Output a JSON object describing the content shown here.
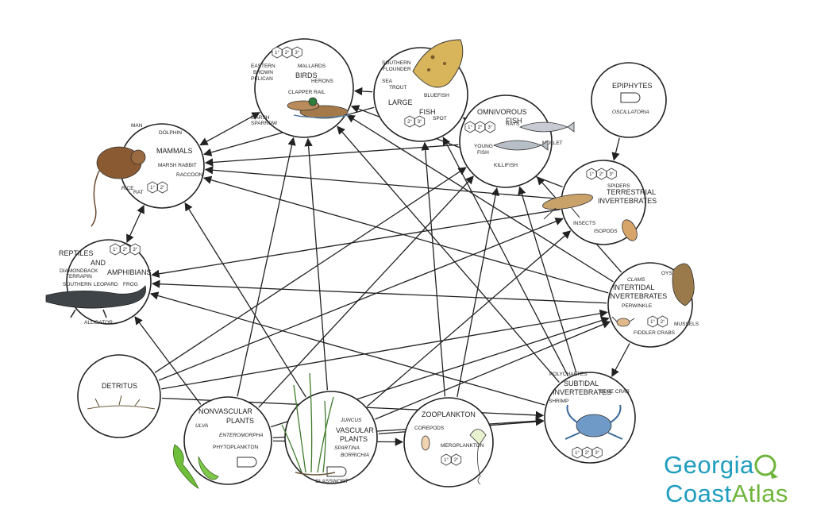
{
  "diagram": {
    "nodes": [
      {
        "id": "birds",
        "title": [
          "BIRDS"
        ],
        "levels": [
          "1°",
          "2°",
          "3°"
        ],
        "labels": [
          "EASTERN",
          "BROWN",
          "PELICAN",
          "MALLARDS",
          "HERONS",
          "CLAPPER RAIL",
          "MARSH",
          "SPARROW"
        ]
      },
      {
        "id": "large-fish",
        "title": [
          "LARGE",
          "FISH"
        ],
        "levels": [
          "2°",
          "3°"
        ],
        "labels": [
          "SOUTHERN",
          "FLOUNDER",
          "SEA",
          "TROUT",
          "BLUEFISH",
          "SPOT"
        ]
      },
      {
        "id": "omnivorous-fish",
        "title": [
          "OMNIVOROUS",
          "FISH"
        ],
        "levels": [
          "1°",
          "2°",
          "3°"
        ],
        "labels": [
          "RAYS",
          "MULLET",
          "YOUNG",
          "FISH",
          "KILLIFISH"
        ]
      },
      {
        "id": "epiphytes",
        "title": [
          "EPIPHYTES"
        ],
        "levels": [],
        "labels": [
          "OSCILLATORIA"
        ]
      },
      {
        "id": "mammals",
        "title": [
          "MAMMALS"
        ],
        "levels": [
          "1°",
          "2°"
        ],
        "labels": [
          "MAN",
          "DOLPHIN",
          "MARSH RABBIT",
          "RACCOON",
          "RICE",
          "RAT"
        ]
      },
      {
        "id": "terrestrial-invertebrates",
        "title": [
          "TERRESTRIAL",
          "INVERTEBRATES"
        ],
        "levels": [
          "1°",
          "2°",
          "3°"
        ],
        "labels": [
          "SPIDERS",
          "INSECTS",
          "ISOPODS"
        ]
      },
      {
        "id": "reptiles",
        "title": [
          "REPTILES",
          "AND",
          "AMPHIBIANS"
        ],
        "levels": [
          "1°",
          "2°",
          "3°"
        ],
        "labels": [
          "DIAMONDBACK",
          "TERRAPIN",
          "SOUTHERN",
          "LEOPARD",
          "FROG",
          "ALLIGATOR"
        ]
      },
      {
        "id": "intertidal-invertebrates",
        "title": [
          "INTERTIDAL",
          "INVERTEBRATES"
        ],
        "levels": [
          "1°",
          "2°"
        ],
        "labels": [
          "OYSTERS",
          "CLAMS",
          "PERWINKLE",
          "MUSSELS",
          "FIDDLER CRABS"
        ]
      },
      {
        "id": "detritus",
        "title": [
          "DETRITUS"
        ],
        "levels": [],
        "labels": []
      },
      {
        "id": "nonvascular-plants",
        "title": [
          "NONVASCULAR",
          "PLANTS"
        ],
        "levels": [],
        "labels": [
          "ULVA",
          "ENTEROMORPHA",
          "PHYTOPLANKTON"
        ]
      },
      {
        "id": "vascular-plants",
        "title": [
          "VASCULAR",
          "PLANTS"
        ],
        "levels": [],
        "labels": [
          "JUNCUS",
          "SPARTINA",
          "BORRICHIA",
          "GLASSWORT"
        ]
      },
      {
        "id": "zooplankton",
        "title": [
          "ZOOPLANKTON"
        ],
        "levels": [
          "1°",
          "2°"
        ],
        "labels": [
          "COREPODS",
          "MEROPLANKTON"
        ]
      },
      {
        "id": "subtidal-invertebrates",
        "title": [
          "SUBTIDAL",
          "INVERTEBRATES"
        ],
        "levels": [
          "1°",
          "2°",
          "3°"
        ],
        "labels": [
          "POLYCHAETES",
          "BLUE CRAB",
          "SHRIMP"
        ]
      }
    ],
    "edges": [
      {
        "from": "mammals",
        "to": "birds",
        "dir": "both"
      },
      {
        "from": "large-fish",
        "to": "birds",
        "dir": "forward"
      },
      {
        "from": "omnivorous-fish",
        "to": "large-fish",
        "dir": "forward"
      },
      {
        "from": "epiphytes",
        "to": "terrestrial-invertebrates",
        "dir": "forward"
      },
      {
        "from": "mammals",
        "to": "reptiles",
        "dir": "both"
      },
      {
        "from": "intertidal-invertebrates",
        "to": "subtidal-invertebrates",
        "dir": "forward"
      },
      {
        "from": "large-fish",
        "to": "mammals",
        "dir": "forward"
      },
      {
        "from": "omnivorous-fish",
        "to": "mammals",
        "dir": "forward"
      },
      {
        "from": "terrestrial-invertebrates",
        "to": "birds",
        "dir": "forward"
      },
      {
        "from": "terrestrial-invertebrates",
        "to": "mammals",
        "dir": "forward"
      },
      {
        "from": "terrestrial-invertebrates",
        "to": "reptiles",
        "dir": "forward"
      },
      {
        "from": "intertidal-invertebrates",
        "to": "birds",
        "dir": "forward"
      },
      {
        "from": "intertidal-invertebrates",
        "to": "mammals",
        "dir": "forward"
      },
      {
        "from": "intertidal-invertebrates",
        "to": "reptiles",
        "dir": "forward"
      },
      {
        "from": "intertidal-invertebrates",
        "to": "omnivorous-fish",
        "dir": "forward"
      },
      {
        "from": "subtidal-invertebrates",
        "to": "birds",
        "dir": "forward"
      },
      {
        "from": "subtidal-invertebrates",
        "to": "large-fish",
        "dir": "forward"
      },
      {
        "from": "subtidal-invertebrates",
        "to": "omnivorous-fish",
        "dir": "forward"
      },
      {
        "from": "subtidal-invertebrates",
        "to": "reptiles",
        "dir": "forward"
      },
      {
        "from": "detritus",
        "to": "subtidal-invertebrates",
        "dir": "forward"
      },
      {
        "from": "detritus",
        "to": "intertidal-invertebrates",
        "dir": "forward"
      },
      {
        "from": "detritus",
        "to": "omnivorous-fish",
        "dir": "forward"
      },
      {
        "from": "detritus",
        "to": "terrestrial-invertebrates",
        "dir": "forward"
      },
      {
        "from": "nonvascular-plants",
        "to": "birds",
        "dir": "forward"
      },
      {
        "from": "nonvascular-plants",
        "to": "omnivorous-fish",
        "dir": "forward"
      },
      {
        "from": "nonvascular-plants",
        "to": "zooplankton",
        "dir": "forward"
      },
      {
        "from": "nonvascular-plants",
        "to": "intertidal-invertebrates",
        "dir": "forward"
      },
      {
        "from": "nonvascular-plants",
        "to": "subtidal-invertebrates",
        "dir": "forward"
      },
      {
        "from": "nonvascular-plants",
        "to": "reptiles",
        "dir": "forward"
      },
      {
        "from": "vascular-plants",
        "to": "birds",
        "dir": "forward"
      },
      {
        "from": "vascular-plants",
        "to": "mammals",
        "dir": "forward"
      },
      {
        "from": "vascular-plants",
        "to": "terrestrial-invertebrates",
        "dir": "forward"
      },
      {
        "from": "vascular-plants",
        "to": "intertidal-invertebrates",
        "dir": "forward"
      },
      {
        "from": "vascular-plants",
        "to": "subtidal-invertebrates",
        "dir": "forward"
      },
      {
        "from": "zooplankton",
        "to": "omnivorous-fish",
        "dir": "forward"
      },
      {
        "from": "zooplankton",
        "to": "large-fish",
        "dir": "forward"
      }
    ]
  },
  "logo": {
    "line1": "Georgia",
    "line2a": "Coast",
    "line2b": "Atlas"
  },
  "colors": {
    "logo_blue": "#1f9dbf",
    "logo_green": "#6fb53c",
    "ink": "#222222"
  }
}
